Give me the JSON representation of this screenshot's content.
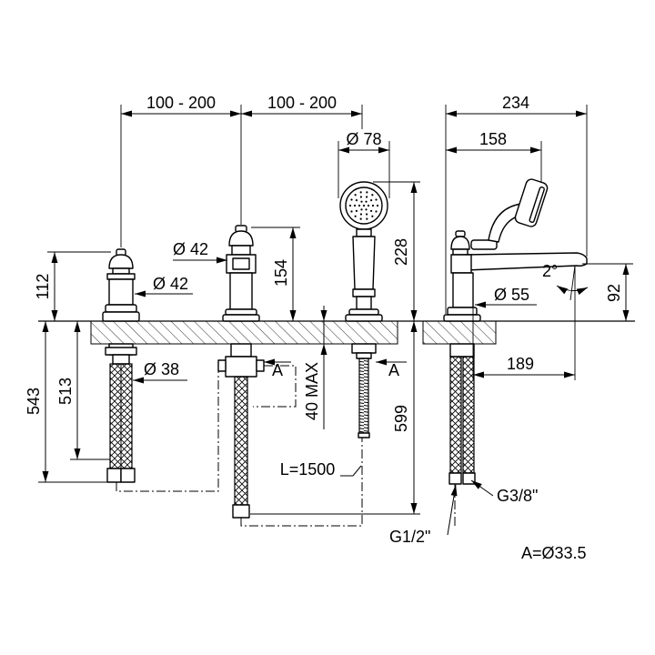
{
  "dimensions": {
    "spacing_left": "100 - 200",
    "spacing_right": "100 - 200",
    "overall_depth": "234",
    "shower_offset": "158",
    "shower_head_dia": "Ø 78",
    "shower_height": "228",
    "valve_height": "154",
    "handle_height": "112",
    "handle_dia": "Ø 42",
    "valve_dia": "Ø 42",
    "spout_angle": "2°",
    "spout_height": "92",
    "base_dia": "Ø 55",
    "hose_543": "543",
    "hose_513": "513",
    "shank_dia": "Ø 38",
    "port_left": "A",
    "port_right": "A",
    "deck_thickness": "40 MAX",
    "overall_below": "599",
    "spout_reach": "189"
  },
  "notes": {
    "hose_length": "L=1500",
    "connection_g38": "G3/8\"",
    "connection_g12": "G1/2\"",
    "a_value": "A=Ø33.5"
  },
  "colors": {
    "stroke": "#000000",
    "background": "#ffffff"
  }
}
